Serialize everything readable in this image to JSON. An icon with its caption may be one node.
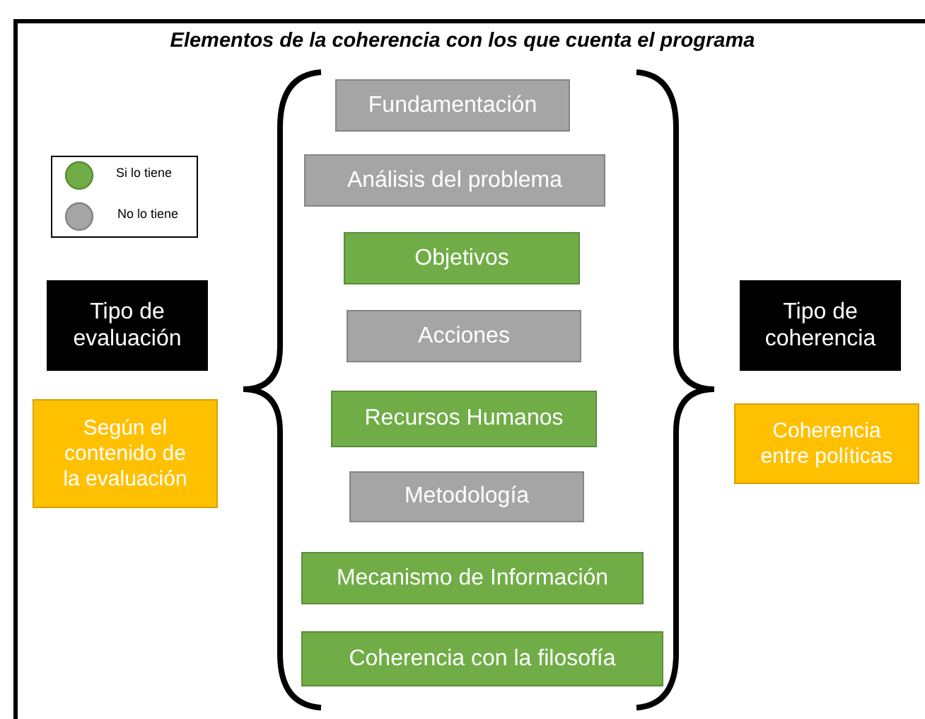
{
  "diagram": {
    "title": "Elementos de la coherencia con los que cuenta el programa",
    "nodes": [
      {
        "text": [
          "Fundamentación"
        ]
      },
      {
        "text": [
          "Análisis del problema"
        ]
      },
      {
        "text": [
          "Objetivos"
        ]
      },
      {
        "text": [
          "Acciones"
        ]
      },
      {
        "text": [
          "Recursos Humanos"
        ]
      },
      {
        "text": [
          "Metodología"
        ]
      },
      {
        "text": [
          "Mecanismo de Información"
        ]
      },
      {
        "text": [
          "Coherencia con la filosofía"
        ]
      },
      {
        "text": [
          "Tipo de evaluación"
        ]
      },
      {
        "text": [
          "Según el contenido de la evaluación"
        ]
      },
      {
        "text": [
          "Tipo de coherencia"
        ]
      },
      {
        "text": [
          "Coherencia entre políticas"
        ]
      }
    ],
    "legend": [
      {
        "text": "Si lo tiene",
        "color": "#70ad47"
      },
      {
        "text": "No lo tiene",
        "color": "#a5a5a5"
      }
    ]
  }
}
